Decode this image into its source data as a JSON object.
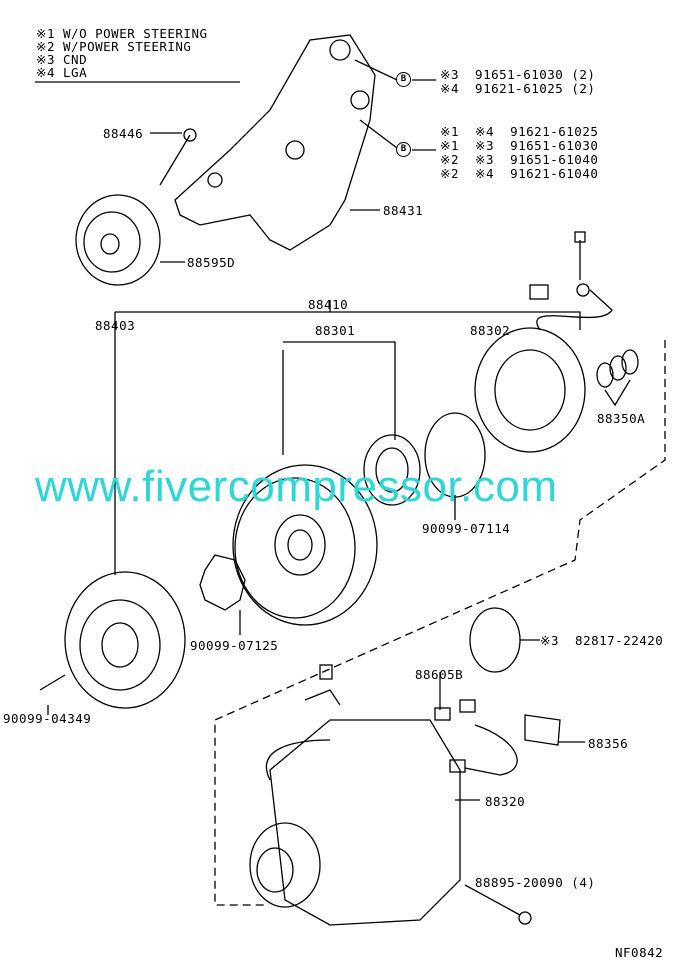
{
  "legend": [
    {
      "mark": "※1",
      "text": "W/O POWER STEERING"
    },
    {
      "mark": "※2",
      "text": "W/POWER STEERING"
    },
    {
      "mark": "※3",
      "text": "CND"
    },
    {
      "mark": "※4",
      "text": "LGA"
    }
  ],
  "bolt_callouts": {
    "symbol": "B",
    "upper": [
      "※3  91651-61030 (2)",
      "※4  91621-61025 (2)"
    ],
    "lower": [
      "※1  ※4  91621-61025",
      "※1  ※3  91651-61030",
      "※2  ※3  91651-61040",
      "※2  ※4  91621-61040"
    ]
  },
  "parts": {
    "p88446": "88446",
    "p88431": "88431",
    "p88595D": "88595D",
    "p88410": "88410",
    "p88403": "88403",
    "p88301": "88301",
    "p88302": "88302",
    "p88350A": "88350A",
    "p90099_07114": "90099-07114",
    "p90099_07125": "90099-07125",
    "p90099_04349": "90099-04349",
    "p82817": "※3  82817-22420",
    "p88605B": "88605B",
    "p88356": "88356",
    "p88320": "88320",
    "p88895": "88895-20090 (4)"
  },
  "figure_id": "NF0842",
  "watermark": "www.fivercompressor.com"
}
